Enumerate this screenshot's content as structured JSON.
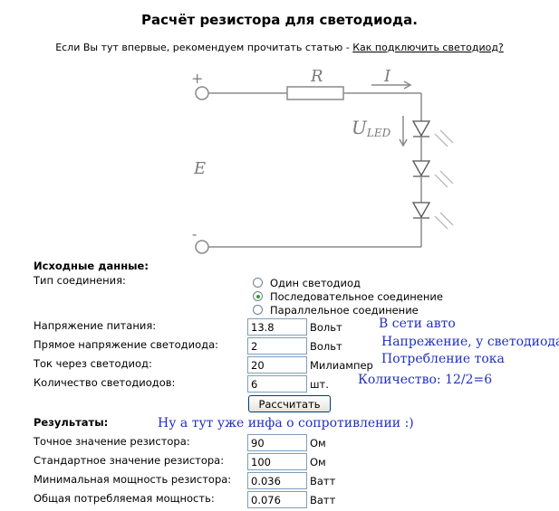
{
  "page": {
    "title": "Расчёт резистора для светодиода.",
    "intro_text": "Если Вы тут впервые, рекомендуем прочитать статью - ",
    "intro_link": "Как подключить светодиод?"
  },
  "circuit": {
    "plus": "+",
    "minus": "-",
    "resistor_label": "R",
    "current_label": "I",
    "voltage_label": "U",
    "voltage_sub": "LED",
    "source_label": "E"
  },
  "inputs": {
    "section_title": "Исходные данные:",
    "connection_label": "Тип соединения:",
    "connection_options": [
      {
        "label": "Один светодиод",
        "selected": false
      },
      {
        "label": "Последовательное соединение",
        "selected": true
      },
      {
        "label": "Параллельное соединение",
        "selected": false
      }
    ],
    "supply_voltage": {
      "label": "Напряжение питания:",
      "value": "13.8",
      "unit": "Вольт"
    },
    "forward_voltage": {
      "label": "Прямое напряжение светодиода:",
      "value": "2",
      "unit": "Вольт"
    },
    "current": {
      "label": "Ток через светодиод:",
      "value": "20",
      "unit": "Милиампер"
    },
    "count": {
      "label": "Количество светодиодов:",
      "value": "6",
      "unit": "шт."
    },
    "calculate_button": "Рассчитать"
  },
  "results": {
    "section_title": "Результаты:",
    "exact_resistor": {
      "label": "Точное значение резистора:",
      "value": "90",
      "unit": "Ом"
    },
    "standard_resistor": {
      "label": "Стандартное значение резистора:",
      "value": "100",
      "unit": "Ом"
    },
    "min_power": {
      "label": "Минимальная мощность резистора:",
      "value": "0.036",
      "unit": "Ватт"
    },
    "total_power": {
      "label": "Общая потребляемая мощность:",
      "value": "0.076",
      "unit": "Ватт"
    }
  },
  "annotations": {
    "car_network": "В сети авто",
    "led_voltage": "Напрежение, у светодиода",
    "current_consumption": "Потребление тока",
    "quantity": "Количество: 12/2=6",
    "resistance_note": "Ну а тут уже инфа о сопротивлении :)"
  },
  "colors": {
    "annotation": "#2030c0",
    "circuit_lines": "#8a8a8a",
    "radio_selected": "#2e9e2e",
    "input_border": "#7f9db9"
  }
}
